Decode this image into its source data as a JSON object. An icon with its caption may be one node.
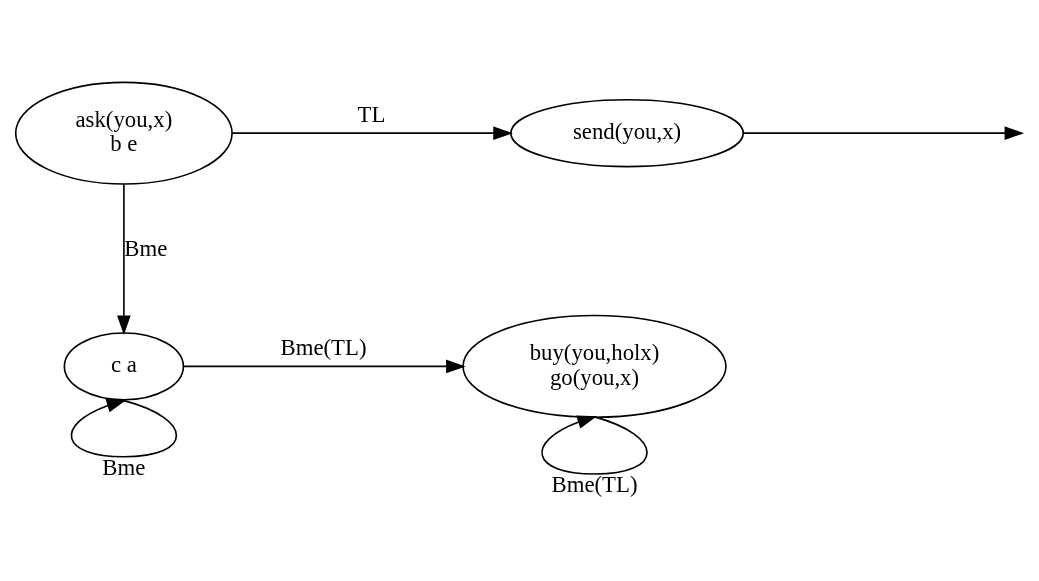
{
  "diagram": {
    "nodes": [
      {
        "text": [
          "ask(you,x)",
          "b e"
        ]
      },
      {
        "text": [
          "send(you,x)"
        ]
      },
      {
        "text": [
          "c a"
        ]
      },
      {
        "text": [
          "buy(you,holx)",
          "go(you,x)"
        ]
      }
    ],
    "edges": [
      {
        "from": 0,
        "to": 1,
        "arrow": "to",
        "label": "TL"
      },
      {
        "from": 1,
        "to": null,
        "arrow": "to"
      },
      {
        "from": 0,
        "to": 2,
        "arrow": "to",
        "label": "Bme"
      },
      {
        "from": 2,
        "to": 3,
        "arrow": "to",
        "label": "Bme(TL)"
      },
      {
        "from": 2,
        "to": 2,
        "arrow": "to",
        "label": "Bme"
      },
      {
        "from": 3,
        "to": 3,
        "arrow": "to",
        "label": "Bme(TL)"
      }
    ]
  }
}
